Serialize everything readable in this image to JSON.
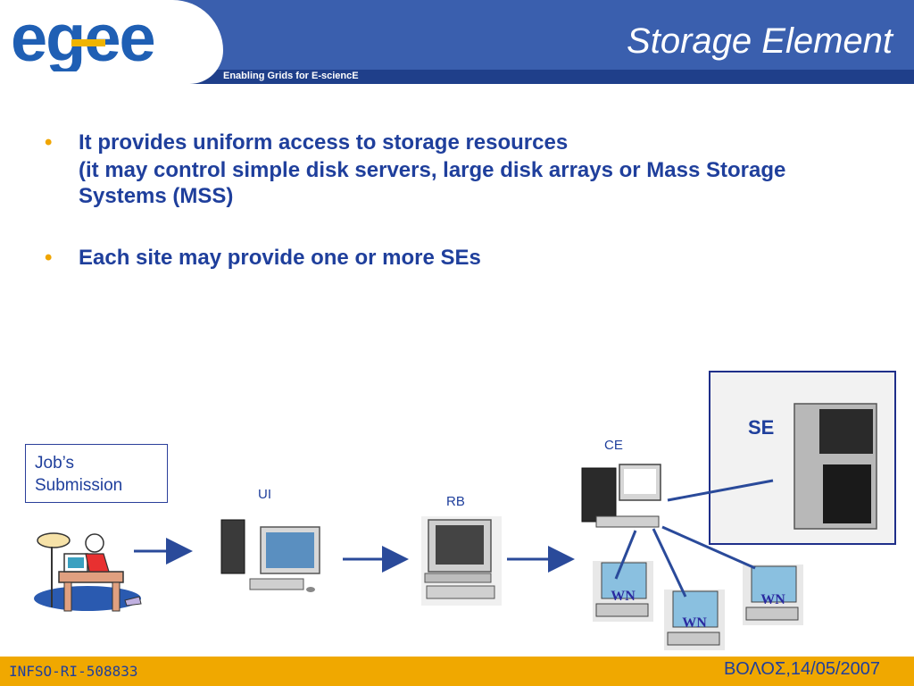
{
  "header": {
    "logo_text": "egee",
    "tagline": "Enabling Grids for E-sciencE",
    "title": "Storage Element",
    "color_primary": "#3a5fae",
    "color_stripe": "#1f3f8a"
  },
  "bullets": [
    {
      "text": "It provides uniform access to storage resources",
      "subtext": "(it may control simple disk servers, large disk arrays or Mass Storage Systems (MSS)"
    },
    {
      "text": "Each site may provide one or more SEs",
      "subtext": ""
    }
  ],
  "diagram": {
    "jobs_box_label": "Job’s Submission",
    "ui_label": "UI",
    "rb_label": "RB",
    "ce_label": "CE",
    "se_label": "SE",
    "wn_label": "WN"
  },
  "footer": {
    "left": "INFSO-RI-508833",
    "right": "ΒΟΛΟΣ,14/05/2007",
    "color": "#f0a800"
  }
}
